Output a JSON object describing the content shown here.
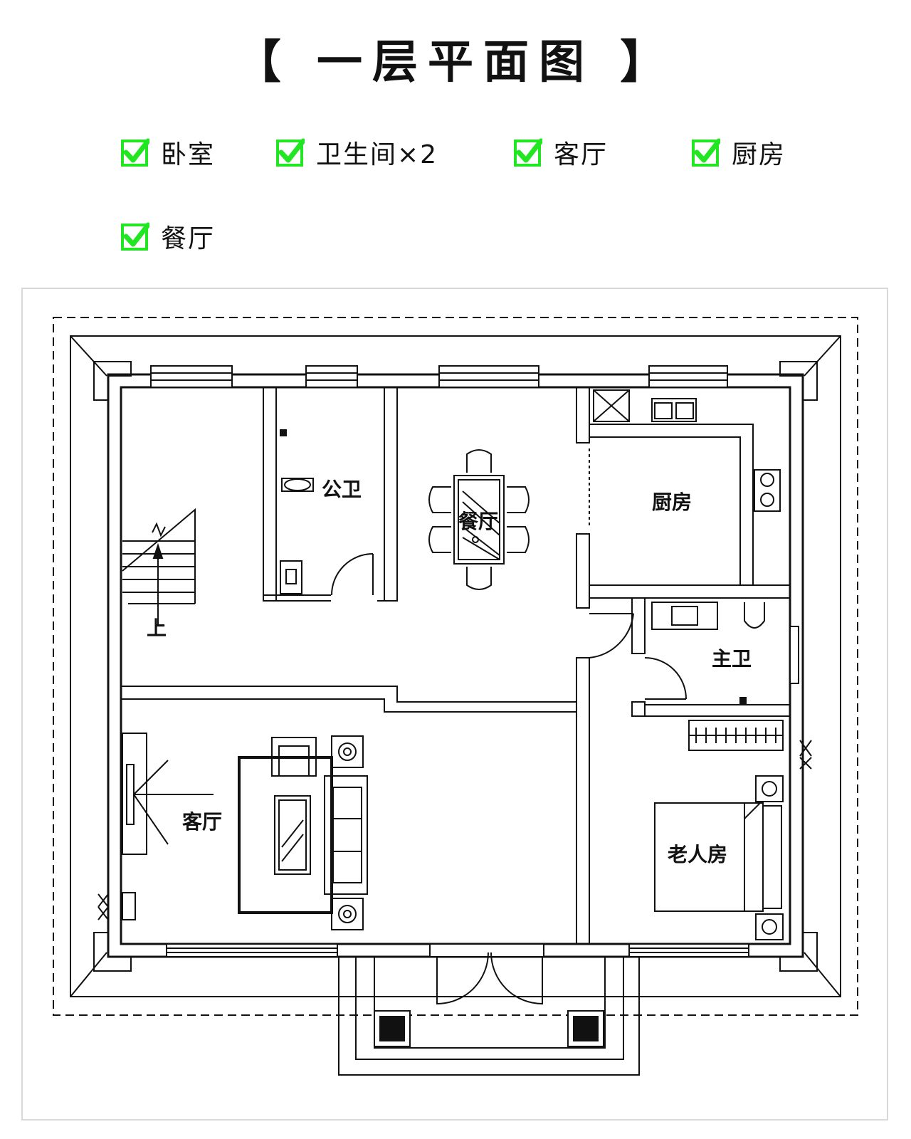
{
  "title": "【 一层平面图 】",
  "features": [
    {
      "label": "卧室"
    },
    {
      "label": "卫生间×2"
    },
    {
      "label": "客厅"
    },
    {
      "label": "厨房"
    },
    {
      "label": "餐厅"
    }
  ],
  "rooms": {
    "public_bath": "公卫",
    "dining": "餐厅",
    "kitchen": "厨房",
    "master_bath": "主卫",
    "living": "客厅",
    "elder_room": "老人房",
    "stairs_up": "上"
  },
  "colors": {
    "check_green": "#22e622",
    "line": "#111111",
    "frame": "#d9d9d9"
  }
}
